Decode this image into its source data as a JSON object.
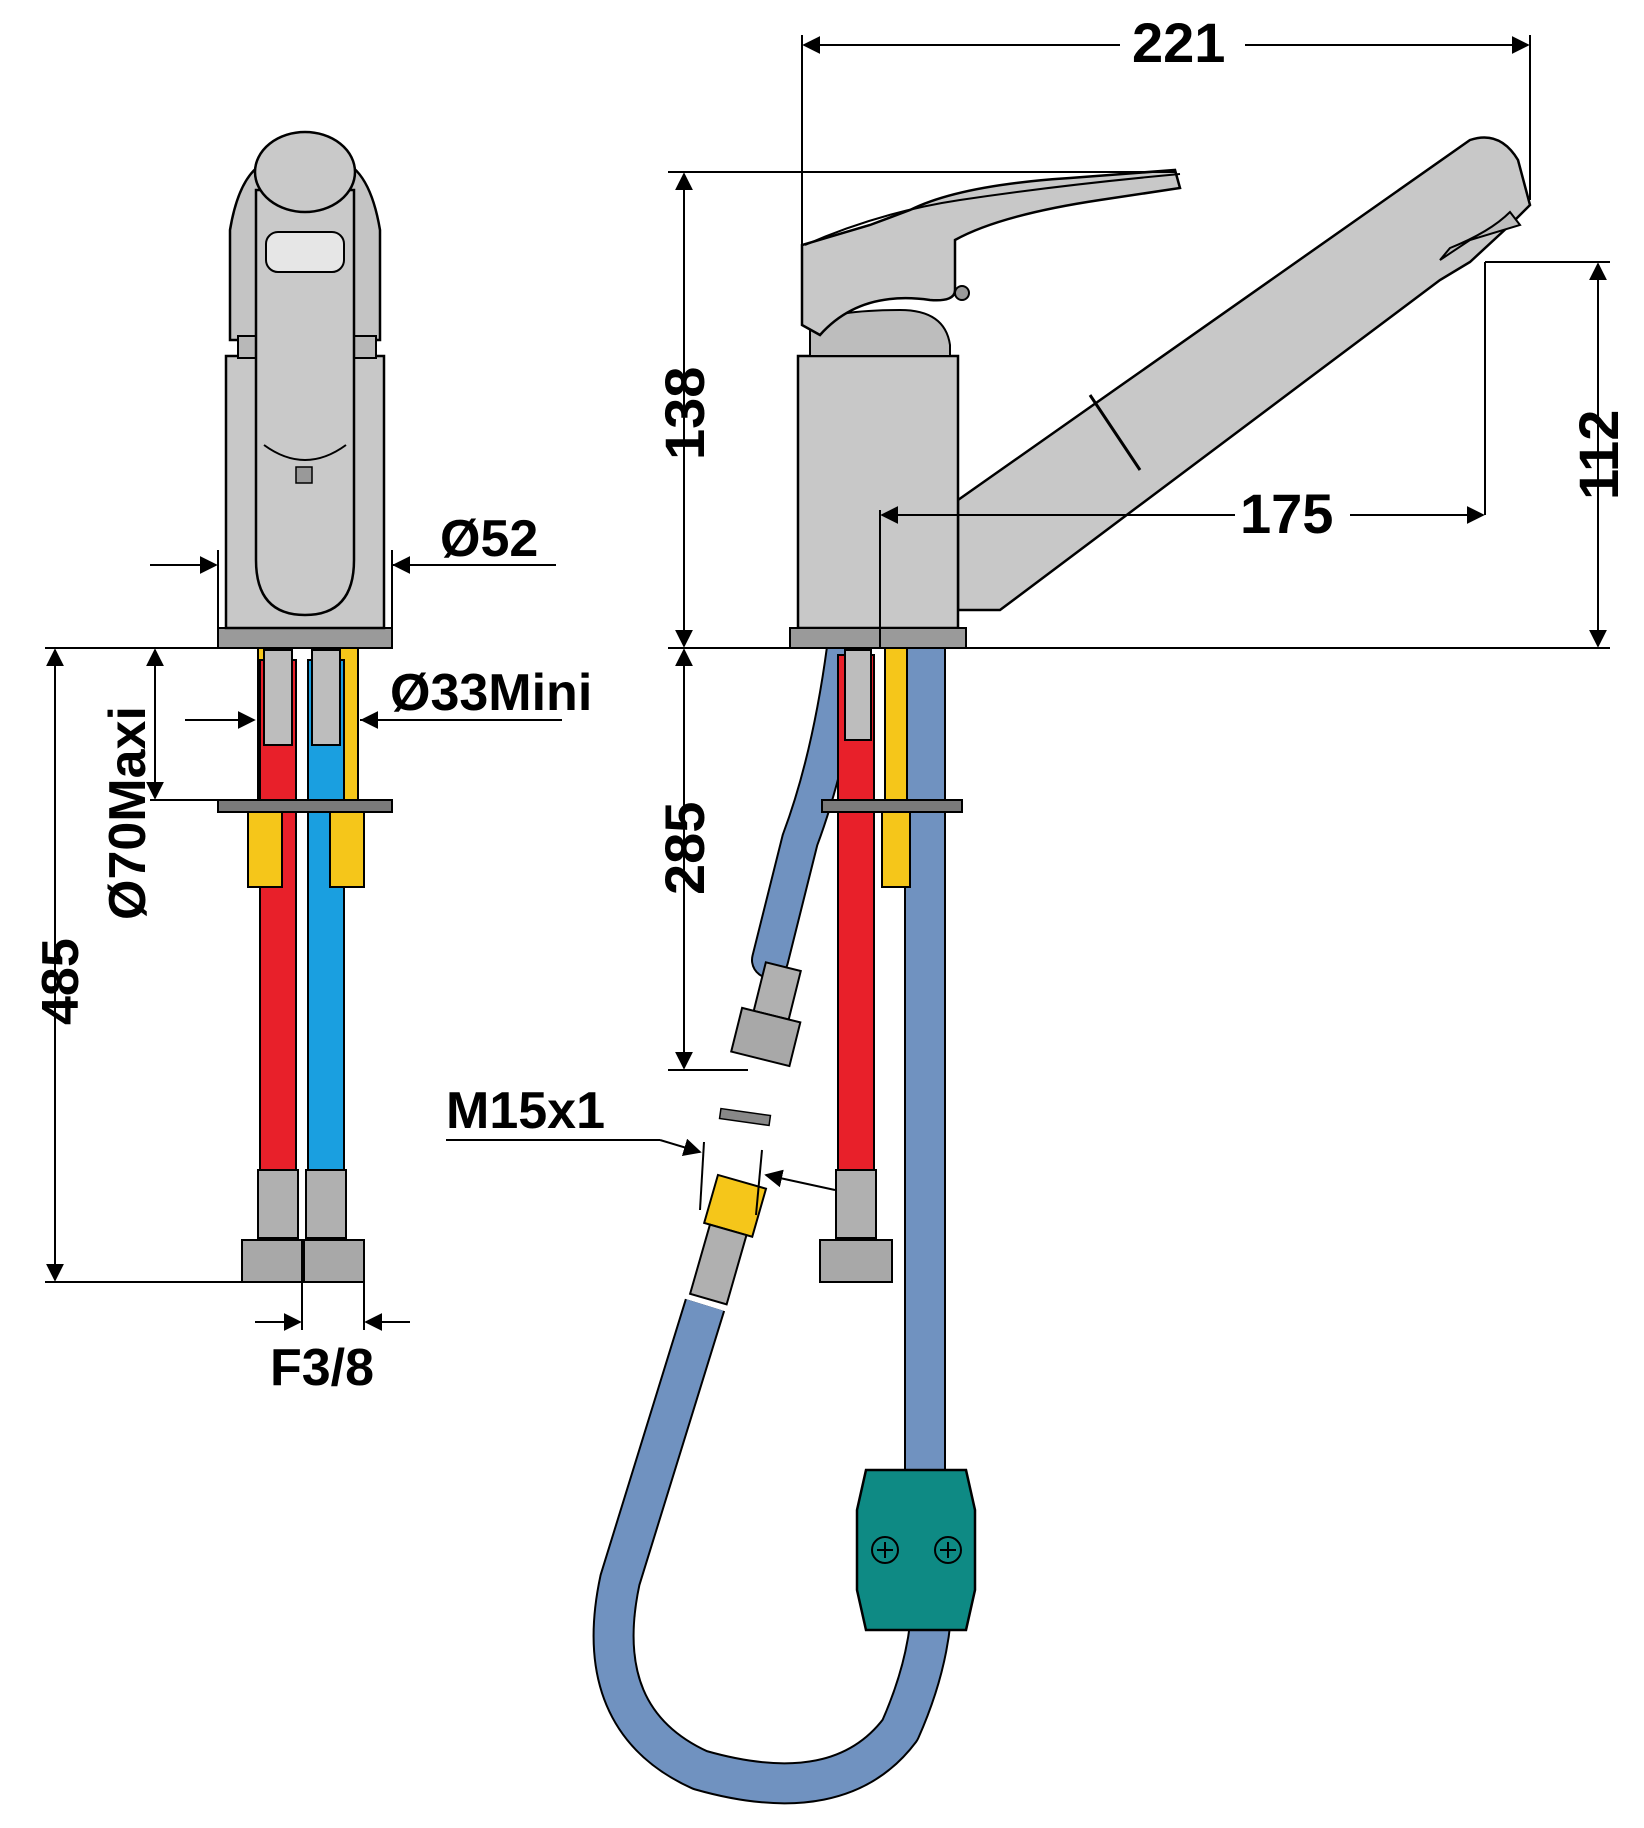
{
  "dimensions": {
    "width_total": "221",
    "height_body": "138",
    "spout_reach": "175",
    "spout_height": "112",
    "base_diameter": "Ø52",
    "hole_min": "Ø33Mini",
    "hole_max": "Ø70Maxi",
    "hose_length": "485",
    "shower_hose": "285",
    "thread": "M15x1",
    "connector": "F3/8"
  },
  "colors": {
    "chrome": "#c8c8c8",
    "hot": "#e8202a",
    "cold": "#1a9fe0",
    "brass": "#f5c61a",
    "hose": "#7092c0",
    "weight": "#0e8a84"
  }
}
